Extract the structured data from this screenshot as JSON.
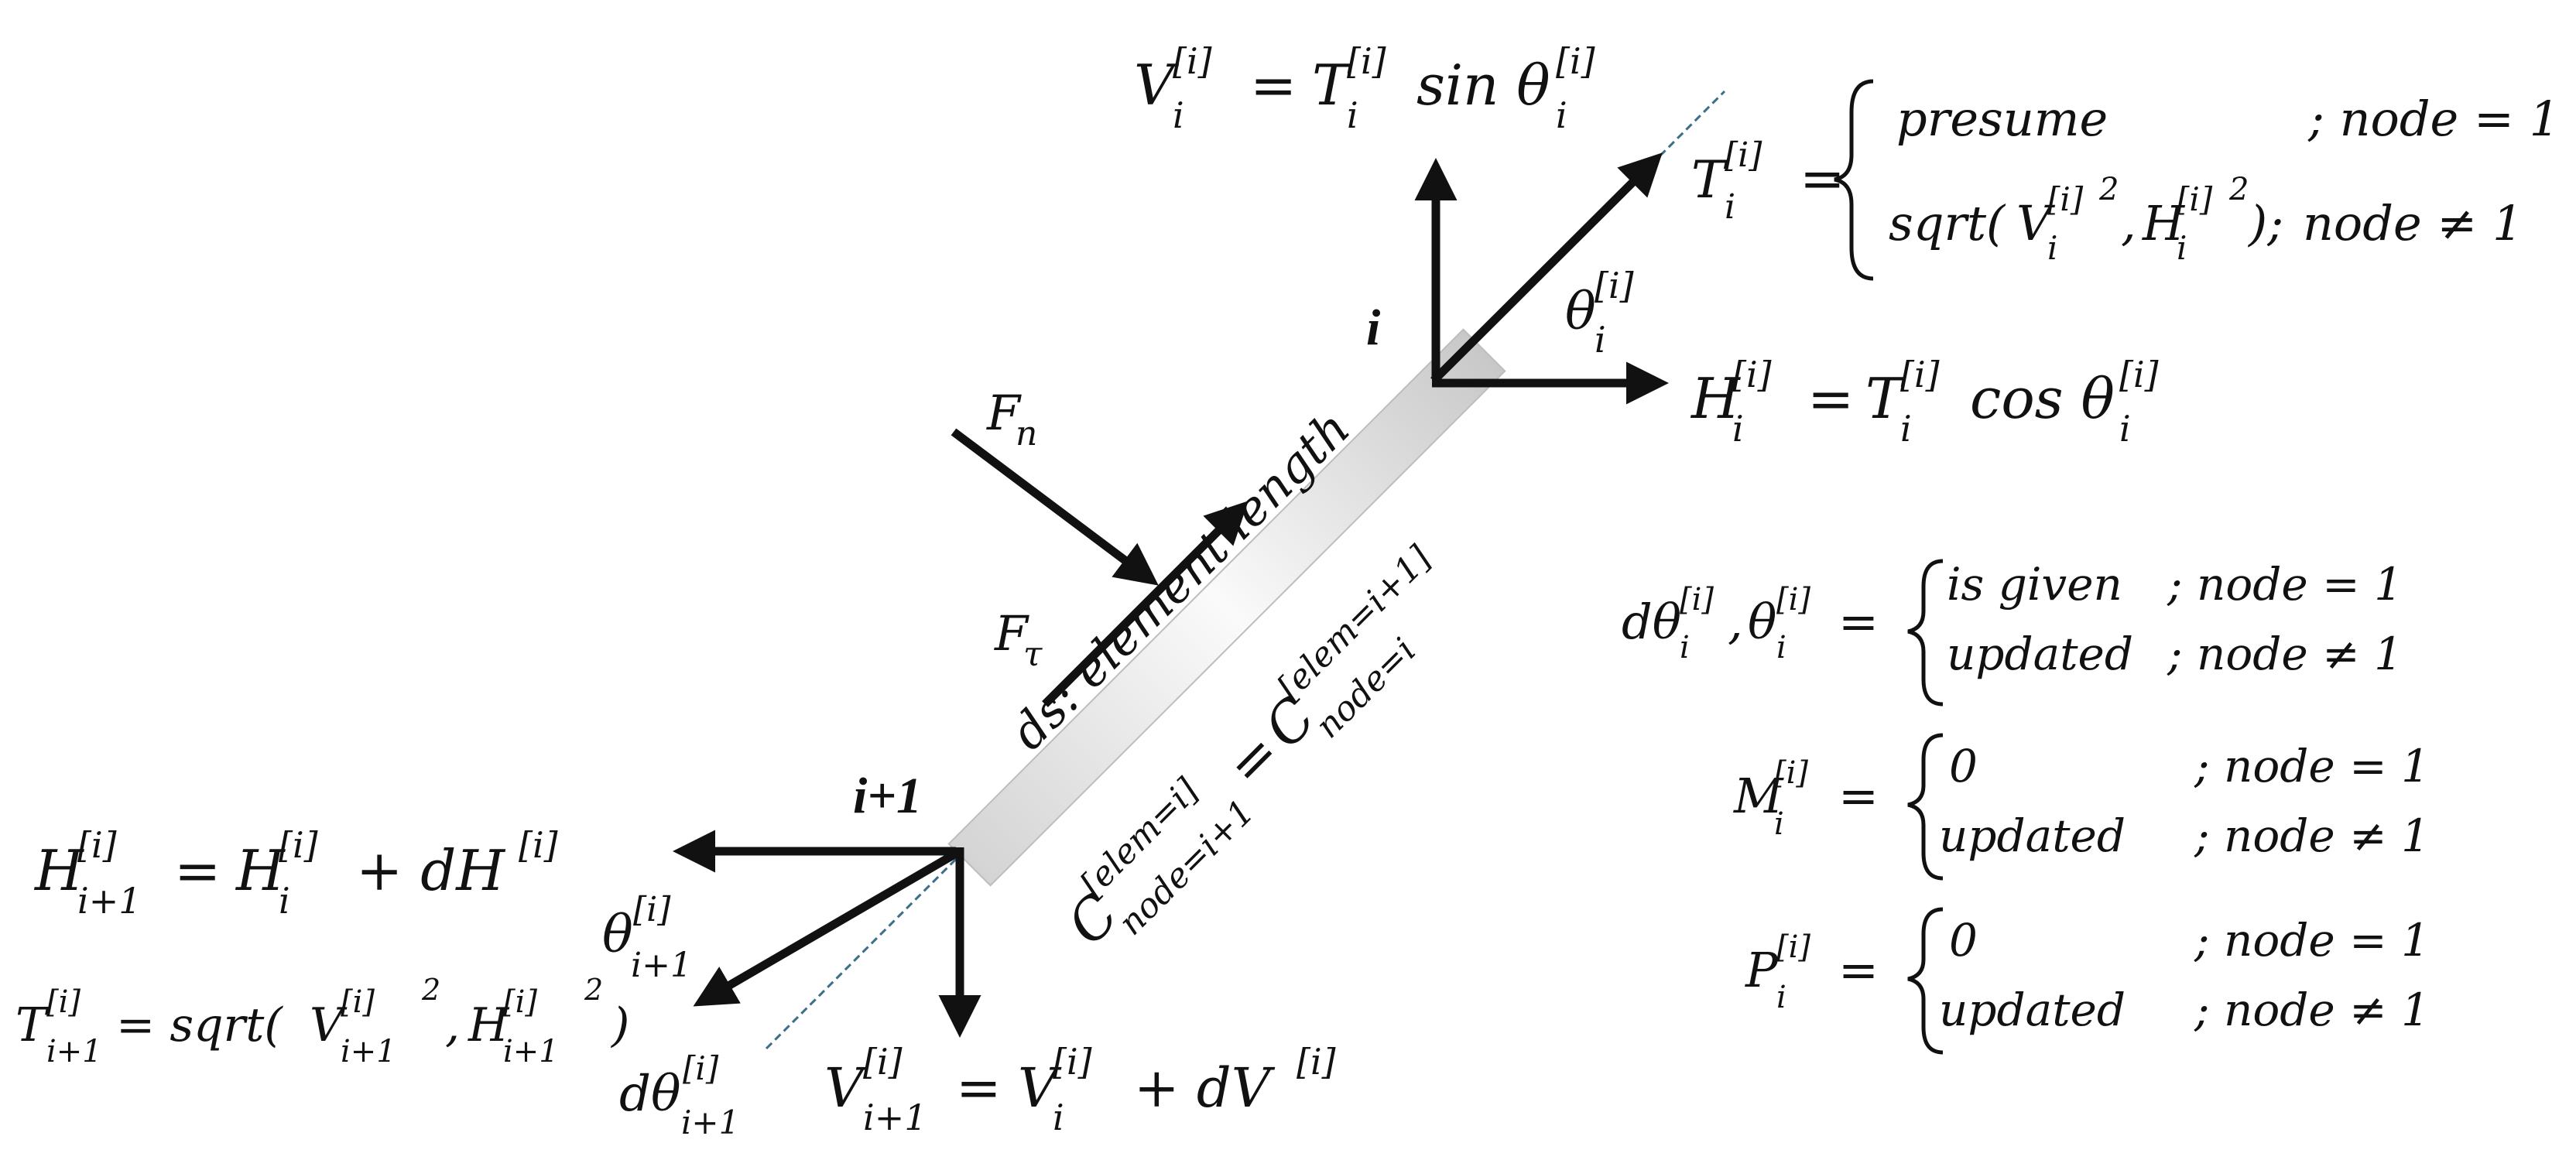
{
  "nodes": {
    "top": "i",
    "bottom": "i+1"
  },
  "element": {
    "label": "ds: element length"
  },
  "forces": {
    "normal_base": "F",
    "normal_sub": "n",
    "tangent_base": "F",
    "tangent_sub": "τ"
  },
  "top_node": {
    "V": {
      "lhs": "V",
      "sub": "i",
      "sup": "[i]",
      "eq": "=",
      "rhs_a": "T",
      "rhs_fn": "sin θ"
    },
    "H": {
      "lhs": "H",
      "sub": "i",
      "sup": "[i]",
      "eq": "=",
      "rhs_a": "T",
      "rhs_fn": "cos θ"
    },
    "theta": {
      "base": "θ",
      "sub": "i",
      "sup": "[i]"
    },
    "T": {
      "lhs": "T",
      "sub": "i",
      "sup": "[i]",
      "eq": "=",
      "case1": "presume",
      "case1_cond": "; node = 1",
      "case2_fn": "sqrt(",
      "case2_v": "V",
      "case2_h": "H",
      "case2_sq": "2",
      "case2_close": ");",
      "case2_cond": "node ≠ 1"
    }
  },
  "bottom_node": {
    "H": {
      "lhs": "H",
      "sub": "i+1",
      "sup": "[i]",
      "rhs_a": "H",
      "rhs_a_sub": "i",
      "plus": "+ dH",
      "sup2": "[i]"
    },
    "theta": {
      "base": "θ",
      "sub": "i+1",
      "sup": "[i]"
    },
    "T": {
      "lhs": "T",
      "sub": "i+1",
      "sup": "[i]",
      "rhs": "= sqrt(",
      "v": "V",
      "h": "H",
      "sq": "2"
    },
    "dtheta": {
      "base": "dθ",
      "sub": "i+1",
      "sup": "[i]"
    },
    "V": {
      "lhs": "V",
      "sub": "i+1",
      "sup": "[i]",
      "rhs_a": "V",
      "rhs_a_sub": "i",
      "plus": "+ dV"
    }
  },
  "constraint": {
    "C": "C",
    "left_sup": "[elem=i]",
    "left_sub": "node=i+1",
    "right_sup": "[elem=i+1]",
    "right_sub": "node=i",
    "eq": "="
  },
  "cases": {
    "dtheta": {
      "lhs": "dθ",
      "lhs2": "θ",
      "sub": "i",
      "sup": "[i]",
      "case1": "is given",
      "cond1": "; node = 1",
      "case2": "updated",
      "cond2": "; node ≠ 1"
    },
    "M": {
      "lhs": "M",
      "sub": "i",
      "sup": "[i]",
      "case1": "0",
      "cond1": "; node = 1",
      "case2": "updated",
      "cond2": "; node ≠ 1"
    },
    "P": {
      "lhs": "P",
      "sub": "i",
      "sup": "[i]",
      "case1": "0",
      "cond1": "; node = 1",
      "case2": "updated",
      "cond2": "; node ≠ 1"
    }
  }
}
